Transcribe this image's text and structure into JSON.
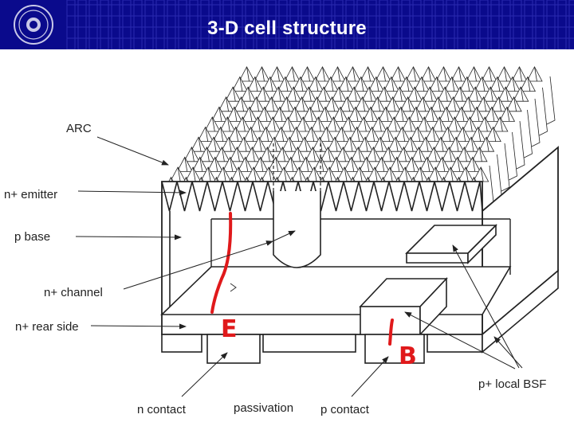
{
  "header": {
    "title": "3-D cell structure",
    "background_color": "#0a0a8c",
    "logo": "university-seal-logo"
  },
  "diagram": {
    "labels": {
      "arc": "ARC",
      "n_emitter": "n+ emitter",
      "p_base": "p base",
      "n_channel": "n+ channel",
      "n_rear_side": "n+ rear side",
      "n_contact": "n contact",
      "passivation": "passivation",
      "p_contact": "p contact",
      "p_local_bsf": "p+ local BSF"
    },
    "handwritten": {
      "emitter_mark": "E",
      "base_mark": "B",
      "color": "#e0191b"
    }
  }
}
